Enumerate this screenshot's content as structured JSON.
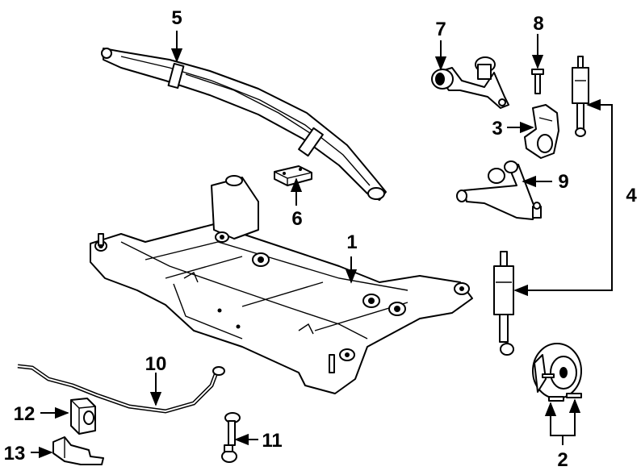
{
  "diagram": {
    "type": "exploded parts diagram",
    "callouts": [
      {
        "id": "1",
        "label": "1"
      },
      {
        "id": "2",
        "label": "2"
      },
      {
        "id": "3",
        "label": "3"
      },
      {
        "id": "4",
        "label": "4"
      },
      {
        "id": "5",
        "label": "5"
      },
      {
        "id": "6",
        "label": "6"
      },
      {
        "id": "7",
        "label": "7"
      },
      {
        "id": "8",
        "label": "8"
      },
      {
        "id": "9",
        "label": "9"
      },
      {
        "id": "10",
        "label": "10"
      },
      {
        "id": "11",
        "label": "11"
      },
      {
        "id": "12",
        "label": "12"
      },
      {
        "id": "13",
        "label": "13"
      }
    ]
  }
}
